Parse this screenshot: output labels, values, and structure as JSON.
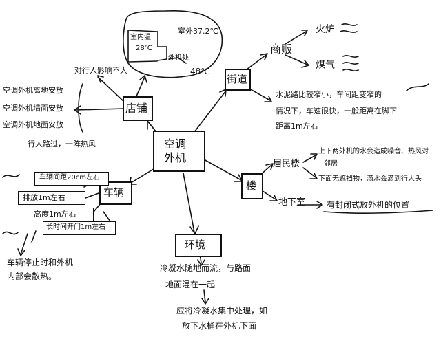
{
  "center": {
    "label_top": "空调",
    "label_bottom": "外机"
  },
  "shop": {
    "label": "店铺",
    "bubble": {
      "indoor_line1": "室内温",
      "indoor_line2": "28℃",
      "outdoor": "室外37.2℃",
      "near_unit": "外机处",
      "near_unit_temp": "48℃"
    },
    "note": "对行人影响不大",
    "items": [
      "空调外机离地安放",
      "空调外机墙面安放",
      "空调外机地面安放"
    ],
    "pedestrian_note": "行人路过，一阵热风"
  },
  "street": {
    "label": "街道",
    "vendor": "商贩",
    "fire": "火炉",
    "gas": "煤气",
    "note_line1": "水泥路比较窄小，车间距变窄的",
    "note_line2": "情况下，车速很快，一般距离在脚下",
    "note_line3": "距离1m左右"
  },
  "building": {
    "label": "楼",
    "residential": "居民楼",
    "res_line1": "上下两外机的水会造成噪音、热风对",
    "res_line2": "邻居",
    "res_line3": "下面无遮挡物，滴水会滴到行人头",
    "underground": "地下室",
    "under_note": "有封闭式放外机的位置"
  },
  "vehicle": {
    "label": "车辆",
    "items": [
      "车辆间距20cm左右",
      "排放1m左右",
      "高度1m左右",
      "长时间开门1m左右"
    ],
    "note_line1": "车辆停止时和外机",
    "note_line2": "内部会散热。"
  },
  "environment": {
    "label": "环境",
    "note_line1": "冷凝水随地而流，与路面",
    "note_line2": "地面混在一起",
    "note_line3": "应将冷凝水集中处理，如",
    "note_line4": "放下水桶在外机下面"
  }
}
